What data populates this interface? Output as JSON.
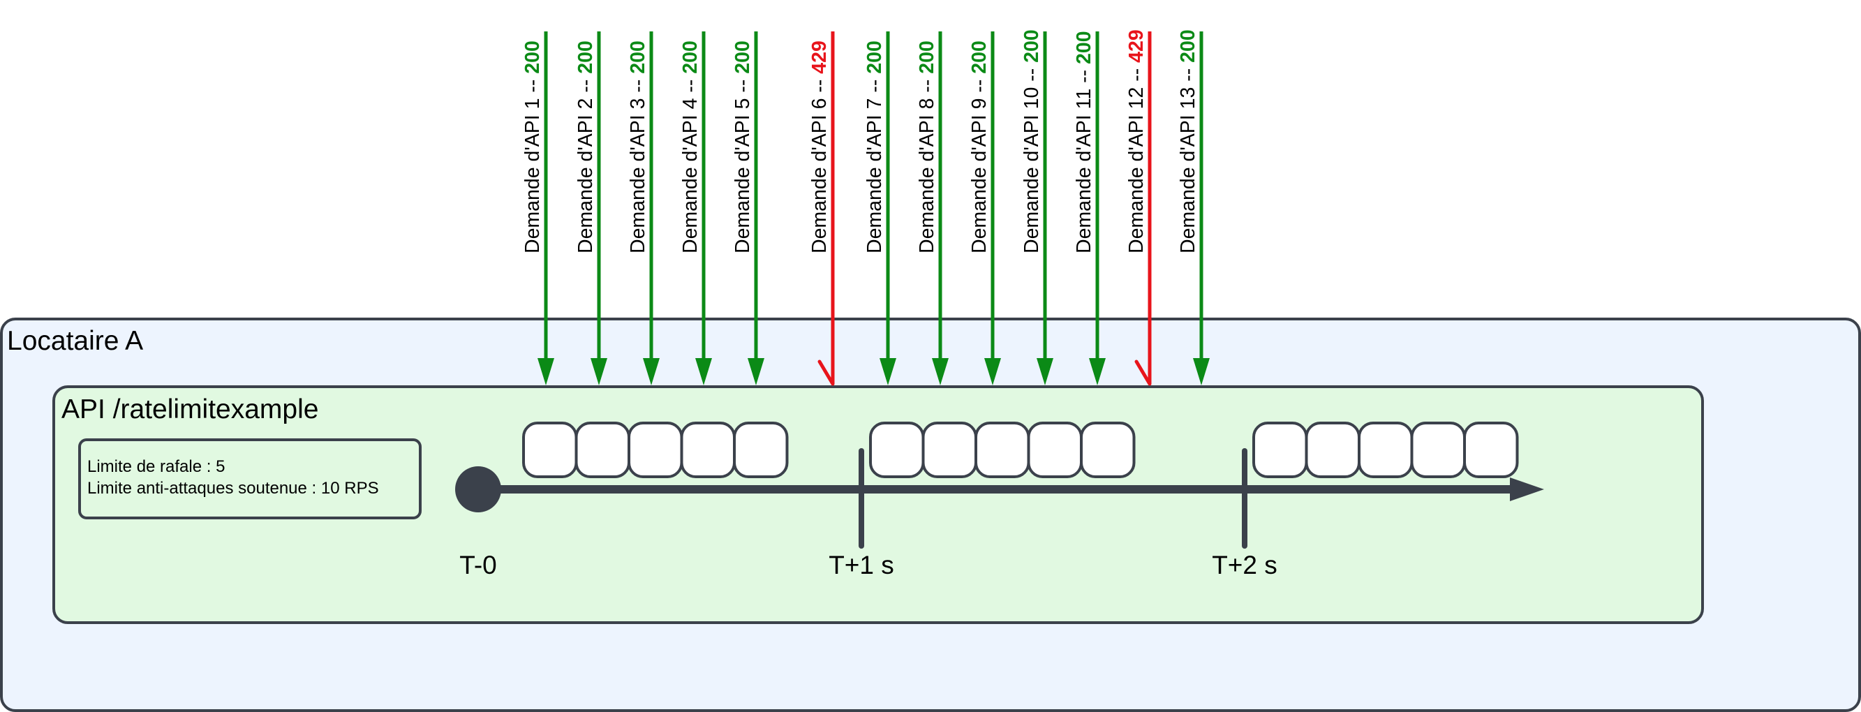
{
  "tenant": {
    "label": "Locataire A"
  },
  "api": {
    "label": "API /ratelimitexample"
  },
  "limits": {
    "burst_label": "Limite de rafale : 5",
    "sustained_label": "Limite anti-attaques soutenue : 10 RPS",
    "burst": 5,
    "sustained_rps": 10
  },
  "colors": {
    "success": "#0b8a16",
    "throttled": "#e8141b",
    "stroke": "#3b414b",
    "tenant_fill": "#edf4fe",
    "api_fill": "#e1f9e1",
    "token_fill": "#ffffff"
  },
  "timeline": {
    "ticks": [
      {
        "label": "T-0",
        "t": 0
      },
      {
        "label": "T+1 s",
        "t": 1
      },
      {
        "label": "T+2 s",
        "t": 2
      }
    ],
    "token_groups": [
      {
        "t": 0,
        "tokens": 5
      },
      {
        "t": 1,
        "tokens": 5
      },
      {
        "t": 2,
        "tokens": 5
      }
    ]
  },
  "requests": [
    {
      "label": "Demande d'API 1 -- ",
      "code": "200",
      "status": "success"
    },
    {
      "label": "Demande d'API 2 -- ",
      "code": "200",
      "status": "success"
    },
    {
      "label": "Demande d'API 3 -- ",
      "code": "200",
      "status": "success"
    },
    {
      "label": "Demande d'API 4 -- ",
      "code": "200",
      "status": "success"
    },
    {
      "label": "Demande d'API 5 -- ",
      "code": "200",
      "status": "success"
    },
    {
      "label": "Demande d'API 6 -- ",
      "code": "429",
      "status": "throttled"
    },
    {
      "label": "Demande d'API 7 -- ",
      "code": "200",
      "status": "success"
    },
    {
      "label": "Demande d'API 8 -- ",
      "code": "200",
      "status": "success"
    },
    {
      "label": "Demande d'API 9 -- ",
      "code": "200",
      "status": "success"
    },
    {
      "label": "Demande d'API 10 -- ",
      "code": "200",
      "status": "success"
    },
    {
      "label": "Demande d'API 11 -- ",
      "code": "200",
      "status": "success"
    },
    {
      "label": "Demande d'API 12 -- ",
      "code": "429",
      "status": "throttled"
    },
    {
      "label": "Demande d'API 13 -- ",
      "code": "200",
      "status": "success"
    }
  ]
}
